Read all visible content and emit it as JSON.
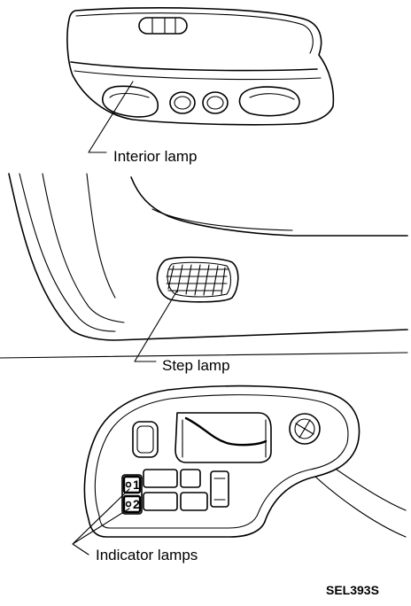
{
  "labels": {
    "interior_lamp": "Interior lamp",
    "step_lamp": "Step lamp",
    "indicator_lamps": "Indicator lamps"
  },
  "figure_code": "SEL393S",
  "switch_marks": [
    "1",
    "2"
  ]
}
